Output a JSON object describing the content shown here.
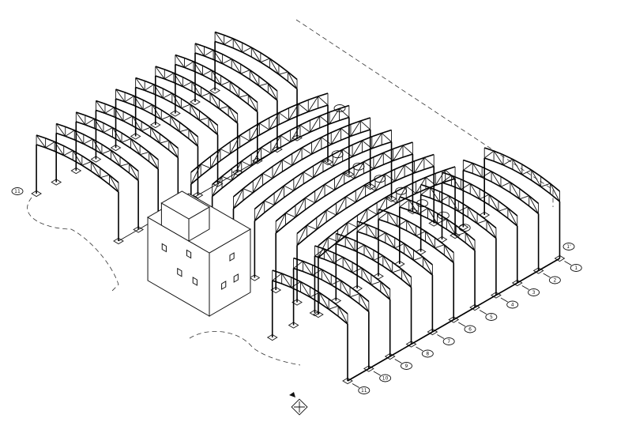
{
  "drawing": {
    "type": "isometric steel truss frame layout",
    "right_block": {
      "grid_labels": [
        "11",
        "10",
        "9",
        "8",
        "7",
        "6",
        "5",
        "4",
        "3",
        "2",
        "1"
      ],
      "extra_label": "1'"
    },
    "left_block": {
      "grid_labels": [
        "11"
      ]
    },
    "middle_block": {
      "frame_count": 7
    },
    "colors": {
      "line": "#111111",
      "background": "#ffffff"
    }
  }
}
